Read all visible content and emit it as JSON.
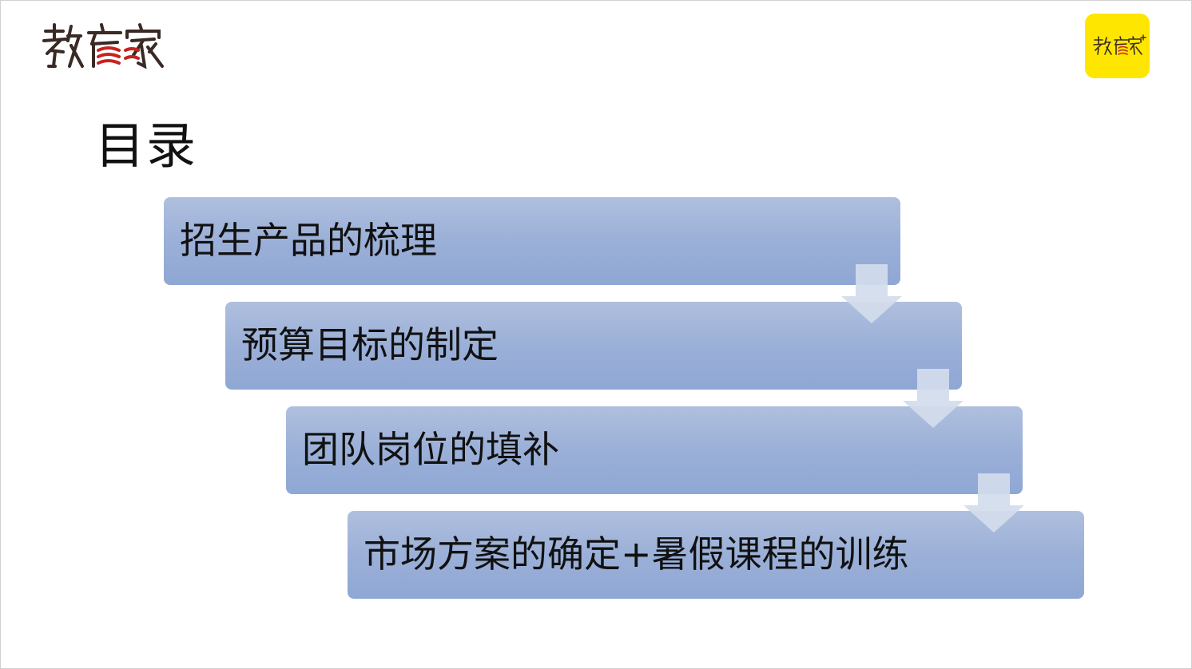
{
  "header": {
    "brand_left": "教育家",
    "brand_right": "教育家+"
  },
  "title": "目录",
  "steps": [
    {
      "label": "招生产品的梳理"
    },
    {
      "label": "预算目标的制定"
    },
    {
      "label": "团队岗位的填补"
    },
    {
      "label": "市场方案的确定+暑假课程的训练"
    }
  ],
  "colors": {
    "step_fill_top": "#afbfde",
    "step_fill_bottom": "#8fa7d4",
    "arrow_fill": "#d3dcec",
    "badge_yellow": "#ffe600",
    "logo_dark": "#3a2a24",
    "logo_red": "#c8231e"
  }
}
